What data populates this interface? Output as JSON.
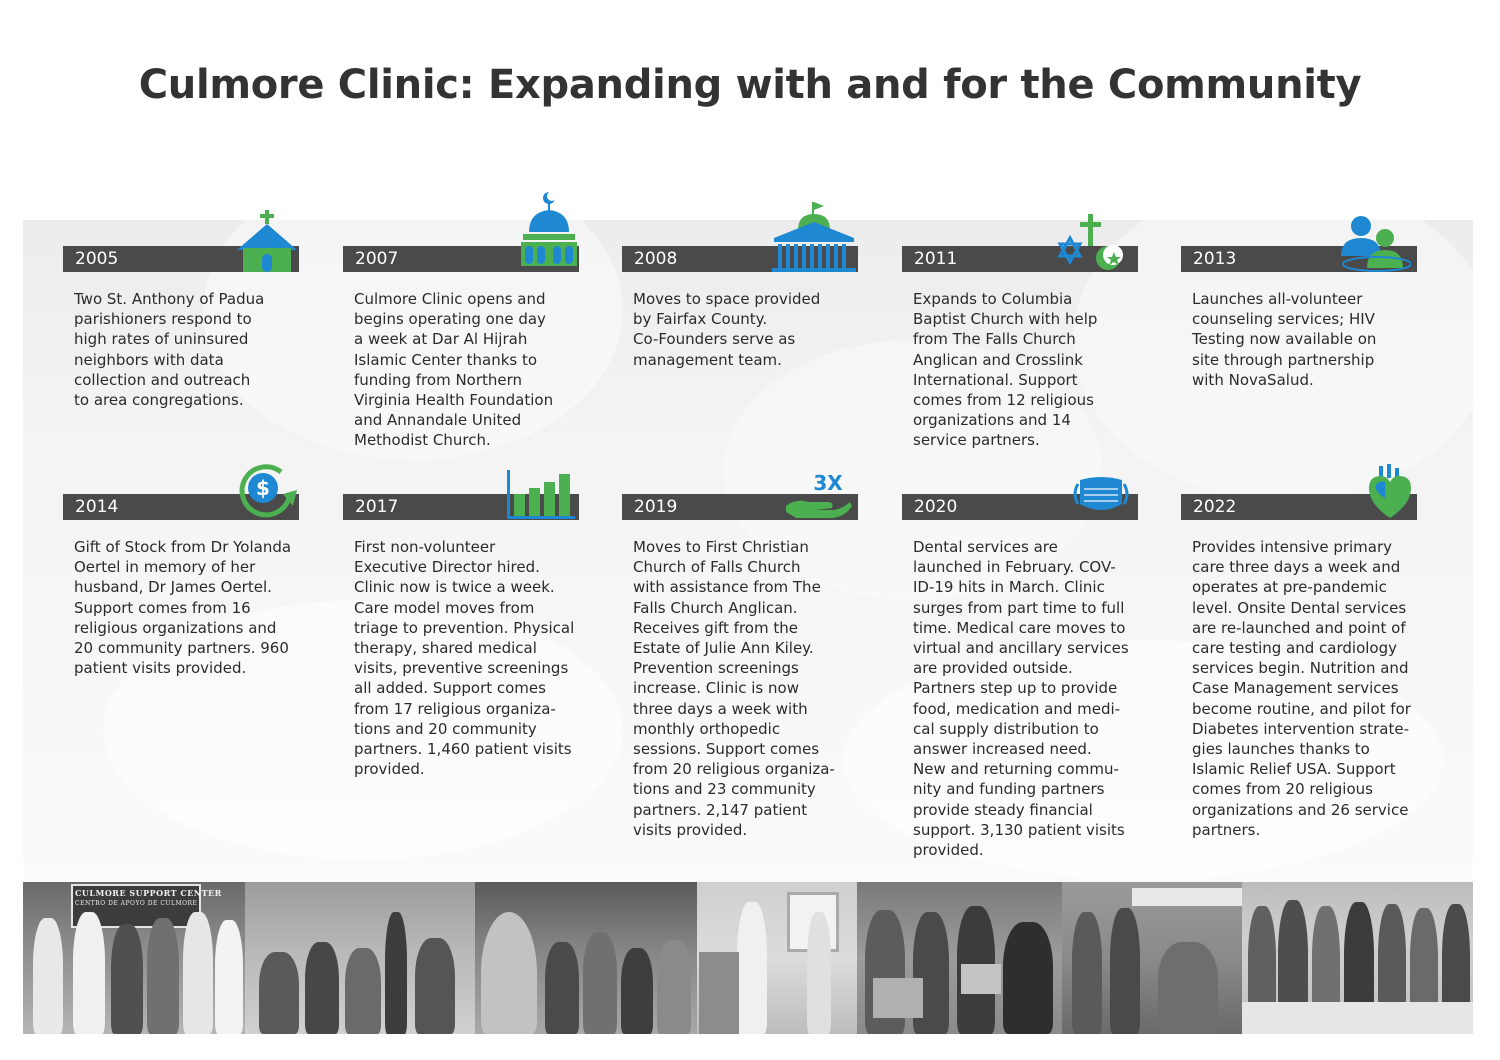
{
  "title": "Culmore Clinic: Expanding with and for the Community",
  "colors": {
    "green": "#4caf50",
    "blue": "#1e88d2",
    "bar": "#4a4a4a"
  },
  "events": [
    {
      "year": "2005",
      "icon": "church-icon",
      "text": "Two  St. Anthony of Padua\nparishioners respond to\nhigh rates of uninsured\nneighbors with data\ncollection and outreach\nto area congregations."
    },
    {
      "year": "2007",
      "icon": "mosque-icon",
      "text": "Culmore Clinic opens and\nbegins operating one day\na week at Dar Al Hijrah\nIslamic Center thanks to\nfunding from Northern\nVirginia Health Foundation\nand Annandale United\nMethodist Church."
    },
    {
      "year": "2008",
      "icon": "government-building-icon",
      "text": "Moves to space provided\nby Fairfax County.\nCo-Founders serve as\nmanagement team."
    },
    {
      "year": "2011",
      "icon": "interfaith-symbols-icon",
      "text": "Expands  to Columbia\nBaptist Church with help\nfrom The Falls Church\nAnglican and Crosslink\nInternational. Support\ncomes from 12 religious\norganizations and 14\nservice partners."
    },
    {
      "year": "2013",
      "icon": "people-group-icon",
      "text": "Launches all-volunteer\ncounseling services; HIV\nTesting now available on\nsite through partnership\nwith NovaSalud."
    },
    {
      "year": "2014",
      "icon": "dollar-cycle-icon",
      "text": "Gift of Stock from Dr Yolanda\nOertel in memory of her\nhusband, Dr James Oertel.\nSupport comes from 16\nreligious organizations and\n20 community partners. 960\npatient visits provided."
    },
    {
      "year": "2017",
      "icon": "bar-growth-icon",
      "text": "First non-volunteer\nExecutive Director hired.\nClinic now is twice a week.\nCare model moves from\ntriage to prevention. Physical\ntherapy, shared medical\nvisits, preventive screenings\nall added. Support comes\nfrom 17 religious organiza-\ntions and 20 community\npartners. 1,460 patient visits\nprovided."
    },
    {
      "year": "2019",
      "icon": "hand-3x-icon",
      "badge": "3X",
      "text": "Moves to First Christian\nChurch of Falls Church\nwith assistance from The\nFalls Church Anglican.\nReceives gift from the\nEstate of Julie Ann Kiley.\nPrevention screenings\nincrease. Clinic is now\nthree days a week with\nmonthly orthopedic\nsessions. Support comes\nfrom 20 religious organiza-\ntions and 23 community\npartners. 2,147 patient\nvisits provided."
    },
    {
      "year": "2020",
      "icon": "face-mask-icon",
      "text": "Dental services are\nlaunched in February. COV-\nID-19 hits in March. Clinic\nsurges from part time to full\ntime. Medical care moves to\nvirtual and ancillary services\nare provided outside.\nPartners step up to provide\nfood, medication and medi-\ncal supply distribution to\nanswer increased need.\nNew and returning commu-\nnity and funding partners\nprovide steady financial\nsupport. 3,130 patient visits\nprovided."
    },
    {
      "year": "2022",
      "icon": "heart-icon",
      "text": "Provides intensive primary\ncare three days a week and\noperates at pre-pandemic\nlevel. Onsite Dental services\nare re-launched and point of\ncare testing and cardiology\nservices begin. Nutrition and\nCase Management services\nbecome routine, and pilot for\nDiabetes intervention strate-\ngies launches thanks to\nIslamic Relief USA. Support\ncomes from 20 religious\norganizations and 26 service\npartners."
    }
  ],
  "photo_strip": {
    "sign_line_1": "CULMORE SUPPORT CENTER",
    "sign_line_2": "CENTRO DE APOYO DE CULMORE"
  }
}
